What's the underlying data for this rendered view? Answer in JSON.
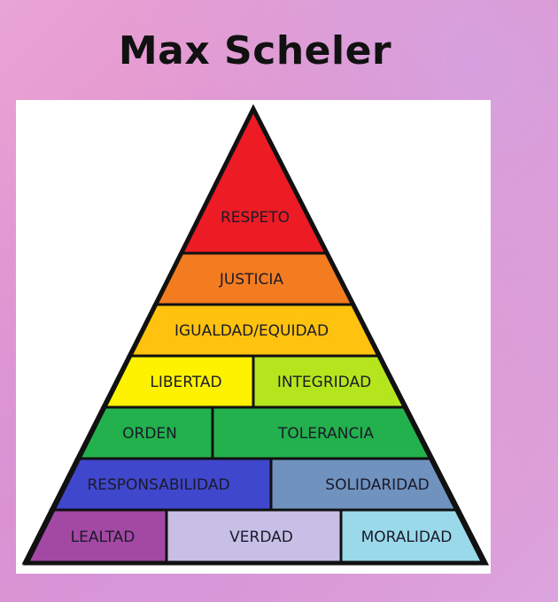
{
  "title": "Max Scheler",
  "levels": [
    {
      "cells": [
        {
          "label": "RESPETO",
          "color": "#ed1c24"
        }
      ]
    },
    {
      "cells": [
        {
          "label": "JUSTICIA",
          "color": "#f47c20"
        }
      ]
    },
    {
      "cells": [
        {
          "label": "IGUALDAD/EQUIDAD",
          "color": "#ffc20e"
        }
      ]
    },
    {
      "cells": [
        {
          "label": "LIBERTAD",
          "color": "#fff200"
        },
        {
          "label": "INTEGRIDAD",
          "color": "#b5e61d"
        }
      ]
    },
    {
      "cells": [
        {
          "label": "ORDEN",
          "color": "#22b14c"
        },
        {
          "label": "TOLERANCIA",
          "color": "#22b14c"
        }
      ]
    },
    {
      "cells": [
        {
          "label": "RESPONSABILIDAD",
          "color": "#3f48cc"
        },
        {
          "label": "SOLIDARIDAD",
          "color": "#7092be"
        }
      ]
    },
    {
      "cells": [
        {
          "label": "LEALTAD",
          "color": "#a349a4"
        },
        {
          "label": "VERDAD",
          "color": "#c8bfe7"
        },
        {
          "label": "MORALIDAD",
          "color": "#99d9ea"
        }
      ]
    }
  ]
}
